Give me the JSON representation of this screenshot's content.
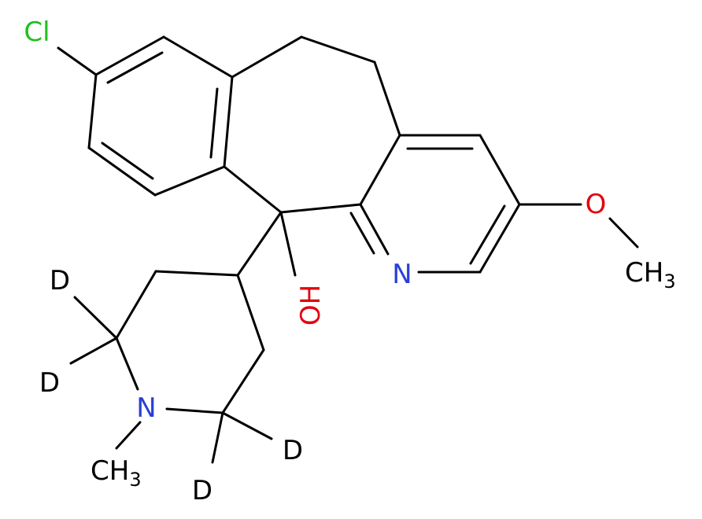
{
  "atom_labels": {
    "chloro": "Cl",
    "pyridine_n": "N",
    "hydroxyl": "OH",
    "methoxy_o": "O",
    "methoxy_ch3_c": "CH",
    "methoxy_ch3_sub": "3",
    "piperidine_n": "N",
    "n_methyl_c": "CH",
    "n_methyl_sub": "3",
    "deuterium_1": "D",
    "deuterium_2": "D",
    "deuterium_3": "D",
    "deuterium_4": "D"
  },
  "colors": {
    "bond": "#000000",
    "carbon": "#000000",
    "chlorine": "#1fc01f",
    "nitrogen": "#2a3fd6",
    "oxygen": "#e4000f",
    "deuterium": "#000000"
  }
}
